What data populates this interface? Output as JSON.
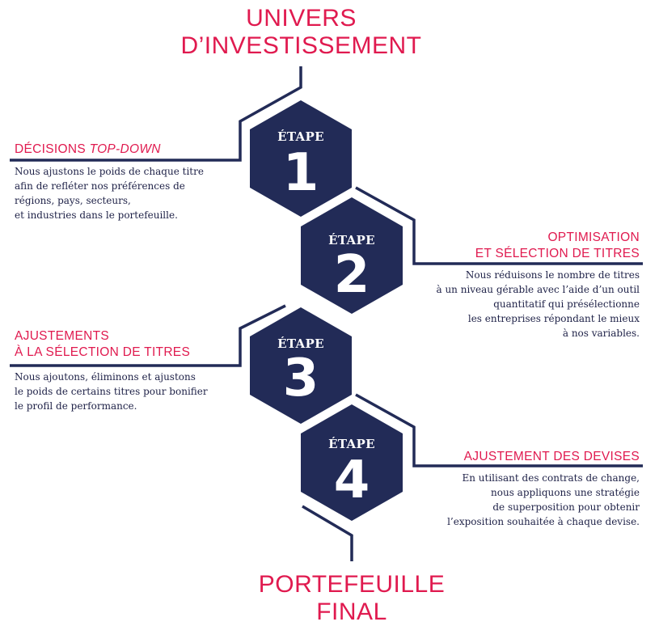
{
  "title": {
    "line1": "UNIVERS",
    "line2": "D’INVESTISSEMENT"
  },
  "footer": {
    "line1": "PORTEFEUILLE",
    "line2": "FINAL"
  },
  "colors": {
    "accent": "#e01a4f",
    "navy": "#222b57",
    "text": "#1e2147"
  },
  "steps": [
    {
      "label": "ÉTAPE",
      "number": "1",
      "title_plain": "DÉCISIONS ",
      "title_italic": "TOP-DOWN",
      "body": [
        "Nous ajustons le poids de chaque titre",
        "afin de refléter nos préférences de",
        "régions, pays, secteurs,",
        "et industries dans le portefeuille."
      ]
    },
    {
      "label": "ÉTAPE",
      "number": "2",
      "title_lines": [
        "OPTIMISATION",
        "ET SÉLECTION DE TITRES"
      ],
      "body": [
        "Nous réduisons le nombre de titres",
        "à un niveau gérable avec l’aide d’un outil",
        "quantitatif qui présélectionne",
        "les entreprises répondant le mieux",
        "à nos variables."
      ]
    },
    {
      "label": "ÉTAPE",
      "number": "3",
      "title_lines": [
        "AJUSTEMENTS",
        "À LA SÉLECTION DE TITRES"
      ],
      "body": [
        "Nous ajoutons, éliminons et ajustons",
        "le poids de certains titres pour bonifier",
        "le profil de performance."
      ]
    },
    {
      "label": "ÉTAPE",
      "number": "4",
      "title_lines": [
        "AJUSTEMENT DES DEVISES"
      ],
      "body": [
        "En utilisant des contrats de change,",
        "nous appliquons une stratégie",
        "de superposition pour obtenir",
        "l’exposition souhaitée à chaque devise."
      ]
    }
  ]
}
